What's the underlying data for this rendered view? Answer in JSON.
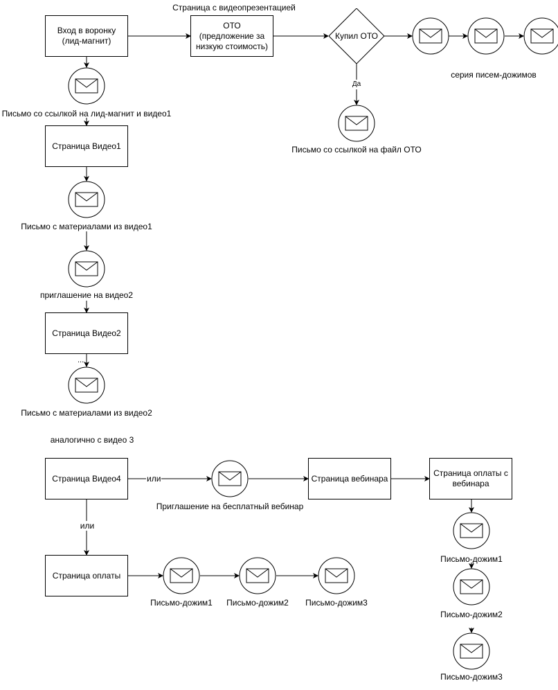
{
  "boxes": {
    "funnel_entry": "Вход в воронку\n(лид-магнит)",
    "oto": "ОТО\n(предложение за\nнизкую стоимость)",
    "video1_page": "Страница Видео1",
    "video2_page": "Страница Видео2",
    "video4_page": "Страница Видео4",
    "webinar_page": "Страница вебинара",
    "webinar_payment_page": "Страница оплаты с\nвебинара",
    "payment_page": "Страница оплаты"
  },
  "decision": {
    "bought_oto": "Купил ОТО"
  },
  "labels": {
    "oto_page_title": "Страница с видеопрезентацией",
    "email_leadmagnet_video1": "Письмо со ссылкой на лид-магнит и видео1",
    "email_oto_file": "Письмо со ссылкой на файл ОТО",
    "followup_series": "серия писем-дожимов",
    "email_video1_materials": "Письмо с материалами из видео1",
    "invite_video2": "приглашение на видео2",
    "email_video2_materials": "Письмо с материалами из видео2",
    "same_for_video3": "аналогично с видео 3",
    "free_webinar_invite": "Приглашение на бесплатный вебинар",
    "followup1_a": "Письмо-дожим1",
    "followup2_a": "Письмо-дожим2",
    "followup3_a": "Письмо-дожим3",
    "followup1_b": "Письмо-дожим1",
    "followup2_b": "Письмо-дожим2",
    "followup3_b": "Письмо-дожим3"
  },
  "edge_labels": {
    "yes": "Да",
    "or_right": "или",
    "or_down": "или",
    "ellipsis": "..."
  }
}
